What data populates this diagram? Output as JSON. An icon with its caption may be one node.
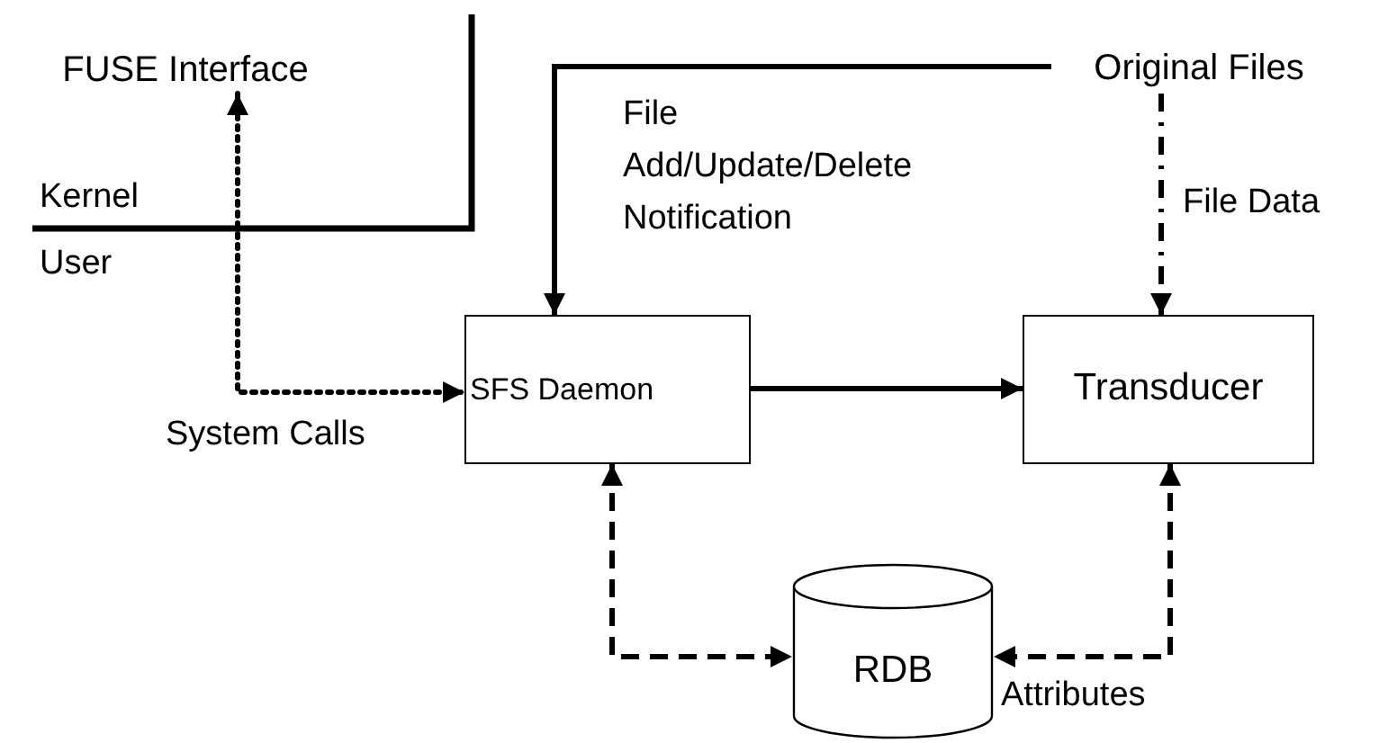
{
  "diagram": {
    "nodes": [
      {
        "text": [
          "FUSE Interface"
        ]
      },
      {
        "text": [
          "Original Files"
        ]
      },
      {
        "text": [
          "SFS Daemon"
        ]
      },
      {
        "text": [
          "Transducer"
        ]
      },
      {
        "text": [
          "RDB"
        ]
      }
    ],
    "edges": [
      {
        "from": 0,
        "to": 2,
        "arrow": "both",
        "style": "dashed",
        "label": "System Calls"
      },
      {
        "from": 1,
        "to": 2,
        "arrow": "to",
        "label": "File Add/Update/Delete Notification"
      },
      {
        "from": 2,
        "to": 3,
        "arrow": "to"
      },
      {
        "from": 1,
        "to": 3,
        "arrow": "to",
        "style": "dashed",
        "label": "File Data"
      },
      {
        "from": 2,
        "to": 4,
        "arrow": "both",
        "style": "dashed"
      },
      {
        "from": 3,
        "to": 4,
        "arrow": "both",
        "style": "dashed",
        "label": "Attributes"
      }
    ],
    "labels": [
      "Kernel",
      "User"
    ]
  }
}
